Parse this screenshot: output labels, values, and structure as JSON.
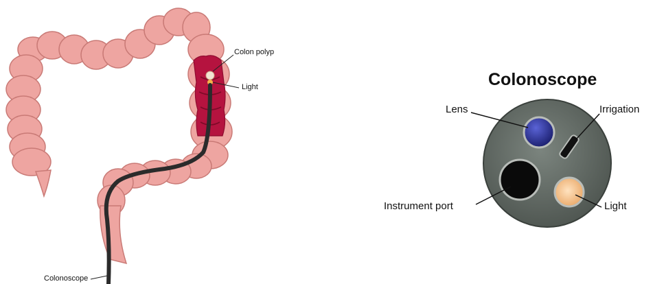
{
  "left_diagram": {
    "labels": {
      "polyp": "Colon polyp",
      "light": "Light",
      "scope": "Colonoscope"
    }
  },
  "right_diagram": {
    "title": "Colonoscope",
    "labels": {
      "lens": "Lens",
      "irrigation": "Irrigation",
      "instrument_port": "Instrument port",
      "light": "Light"
    }
  },
  "colors": {
    "colon_fill": "#eea5a1",
    "colon_stroke": "#c97a76",
    "colon_interior": "#b5133f",
    "scope_tube": "#2b2b2b",
    "head_fill": "#616a64",
    "lens": "#2a2f8c",
    "port": "#0a0a0a",
    "light": "#f3c79a"
  }
}
